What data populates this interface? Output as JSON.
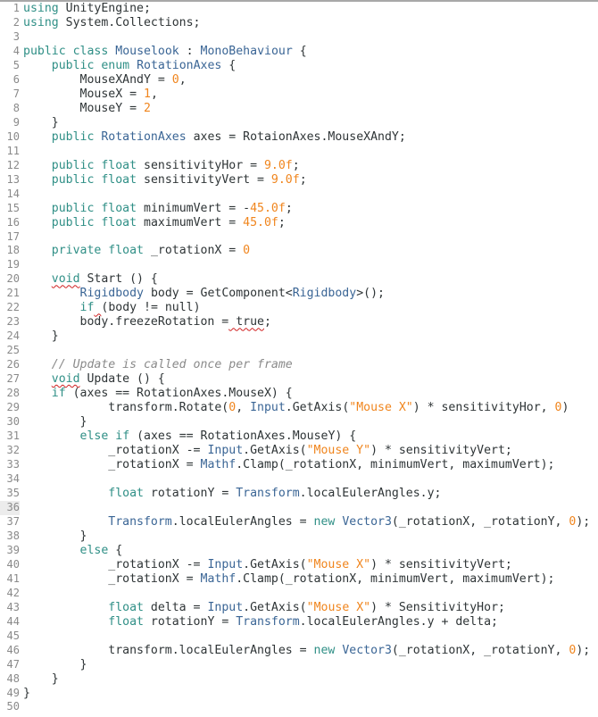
{
  "editor": {
    "current_line": 36,
    "colors": {
      "keyword": "#2f8f86",
      "type": "#3a6595",
      "number_string": "#f0851d",
      "comment": "#8a8a8a",
      "text": "#2e3436",
      "line_number": "#8a8a8a",
      "current_line_gutter": "#ececec",
      "spell_error": "#d02020"
    },
    "lines": [
      {
        "n": "1",
        "tokens": [
          {
            "t": "kw",
            "v": "using"
          },
          {
            "t": "",
            "v": " UnityEngine;"
          }
        ]
      },
      {
        "n": "2",
        "tokens": [
          {
            "t": "kw",
            "v": "using"
          },
          {
            "t": "",
            "v": " System.Collections;"
          }
        ]
      },
      {
        "n": "3",
        "tokens": []
      },
      {
        "n": "4",
        "tokens": [
          {
            "t": "kw",
            "v": "public"
          },
          {
            "t": "",
            "v": " "
          },
          {
            "t": "kw",
            "v": "class"
          },
          {
            "t": "",
            "v": " "
          },
          {
            "t": "ty",
            "v": "Mouselook"
          },
          {
            "t": "",
            "v": " : "
          },
          {
            "t": "ty",
            "v": "MonoBehaviour"
          },
          {
            "t": "",
            "v": " {"
          }
        ]
      },
      {
        "n": "5",
        "tokens": [
          {
            "t": "",
            "v": "    "
          },
          {
            "t": "kw",
            "v": "public"
          },
          {
            "t": "",
            "v": " "
          },
          {
            "t": "kw",
            "v": "enum"
          },
          {
            "t": "",
            "v": " "
          },
          {
            "t": "ty",
            "v": "RotationAxes"
          },
          {
            "t": "",
            "v": " {"
          }
        ]
      },
      {
        "n": "6",
        "tokens": [
          {
            "t": "",
            "v": "        MouseXAndY = "
          },
          {
            "t": "num",
            "v": "0"
          },
          {
            "t": "",
            "v": ","
          }
        ]
      },
      {
        "n": "7",
        "tokens": [
          {
            "t": "",
            "v": "        MouseX = "
          },
          {
            "t": "num",
            "v": "1"
          },
          {
            "t": "",
            "v": ","
          }
        ]
      },
      {
        "n": "8",
        "tokens": [
          {
            "t": "",
            "v": "        MouseY = "
          },
          {
            "t": "num",
            "v": "2"
          }
        ]
      },
      {
        "n": "9",
        "tokens": [
          {
            "t": "",
            "v": "    }"
          }
        ]
      },
      {
        "n": "10",
        "tokens": [
          {
            "t": "",
            "v": "    "
          },
          {
            "t": "kw",
            "v": "public"
          },
          {
            "t": "",
            "v": " "
          },
          {
            "t": "ty",
            "v": "RotationAxes"
          },
          {
            "t": "",
            "v": " axes = RotaionAxes.MouseXAndY;"
          }
        ]
      },
      {
        "n": "11",
        "tokens": []
      },
      {
        "n": "12",
        "tokens": [
          {
            "t": "",
            "v": "    "
          },
          {
            "t": "kw",
            "v": "public"
          },
          {
            "t": "",
            "v": " "
          },
          {
            "t": "kw",
            "v": "float"
          },
          {
            "t": "",
            "v": " sensitivityHor = "
          },
          {
            "t": "num",
            "v": "9.0f"
          },
          {
            "t": "",
            "v": ";"
          }
        ]
      },
      {
        "n": "13",
        "tokens": [
          {
            "t": "",
            "v": "    "
          },
          {
            "t": "kw",
            "v": "public"
          },
          {
            "t": "",
            "v": " "
          },
          {
            "t": "kw",
            "v": "float"
          },
          {
            "t": "",
            "v": " sensitivityVert = "
          },
          {
            "t": "num",
            "v": "9.0f"
          },
          {
            "t": "",
            "v": ";"
          }
        ]
      },
      {
        "n": "14",
        "tokens": []
      },
      {
        "n": "15",
        "tokens": [
          {
            "t": "",
            "v": "    "
          },
          {
            "t": "kw",
            "v": "public"
          },
          {
            "t": "",
            "v": " "
          },
          {
            "t": "kw",
            "v": "float"
          },
          {
            "t": "",
            "v": " minimumVert = -"
          },
          {
            "t": "num",
            "v": "45.0f"
          },
          {
            "t": "",
            "v": ";"
          }
        ]
      },
      {
        "n": "16",
        "tokens": [
          {
            "t": "",
            "v": "    "
          },
          {
            "t": "kw",
            "v": "public"
          },
          {
            "t": "",
            "v": " "
          },
          {
            "t": "kw",
            "v": "float"
          },
          {
            "t": "",
            "v": " maximumVert = "
          },
          {
            "t": "num",
            "v": "45.0f"
          },
          {
            "t": "",
            "v": ";"
          }
        ]
      },
      {
        "n": "17",
        "tokens": []
      },
      {
        "n": "18",
        "tokens": [
          {
            "t": "",
            "v": "    "
          },
          {
            "t": "kw",
            "v": "private"
          },
          {
            "t": "",
            "v": " "
          },
          {
            "t": "kw",
            "v": "float"
          },
          {
            "t": "",
            "v": " _rotationX = "
          },
          {
            "t": "num",
            "v": "0"
          }
        ]
      },
      {
        "n": "19",
        "tokens": []
      },
      {
        "n": "20",
        "tokens": [
          {
            "t": "",
            "v": "    "
          },
          {
            "t": "kw squig",
            "v": "void"
          },
          {
            "t": "",
            "v": " Start () {"
          }
        ]
      },
      {
        "n": "21",
        "tokens": [
          {
            "t": "",
            "v": "        "
          },
          {
            "t": "ty",
            "v": "Rigidbody"
          },
          {
            "t": "",
            "v": " body = GetComponent<"
          },
          {
            "t": "ty",
            "v": "Rigidbody"
          },
          {
            "t": "",
            "v": ">();"
          }
        ]
      },
      {
        "n": "22",
        "tokens": [
          {
            "t": "",
            "v": "        "
          },
          {
            "t": "kw",
            "v": "if"
          },
          {
            "t": "squig",
            "v": " "
          },
          {
            "t": "",
            "v": "(body != null)"
          }
        ]
      },
      {
        "n": "23",
        "tokens": [
          {
            "t": "",
            "v": "        body.freezeRotation ="
          },
          {
            "t": "squig",
            "v": " true"
          },
          {
            "t": "",
            "v": ";"
          }
        ]
      },
      {
        "n": "24",
        "tokens": [
          {
            "t": "",
            "v": "    }"
          }
        ]
      },
      {
        "n": "25",
        "tokens": []
      },
      {
        "n": "26",
        "tokens": [
          {
            "t": "",
            "v": "    "
          },
          {
            "t": "cm",
            "v": "// Update is called once per frame"
          }
        ]
      },
      {
        "n": "27",
        "tokens": [
          {
            "t": "",
            "v": "    "
          },
          {
            "t": "kw squig",
            "v": "void"
          },
          {
            "t": "",
            "v": " Update () {"
          }
        ]
      },
      {
        "n": "28",
        "tokens": [
          {
            "t": "",
            "v": "    "
          },
          {
            "t": "kw",
            "v": "if"
          },
          {
            "t": "",
            "v": " (axes == RotationAxes.MouseX) {"
          }
        ]
      },
      {
        "n": "29",
        "tokens": [
          {
            "t": "",
            "v": "            transform.Rotate("
          },
          {
            "t": "num",
            "v": "0"
          },
          {
            "t": "",
            "v": ", "
          },
          {
            "t": "ty",
            "v": "Input"
          },
          {
            "t": "",
            "v": ".GetAxis("
          },
          {
            "t": "str",
            "v": "\"Mouse X\""
          },
          {
            "t": "",
            "v": ") * sensitivityHor, "
          },
          {
            "t": "num",
            "v": "0"
          },
          {
            "t": "",
            "v": ")"
          }
        ]
      },
      {
        "n": "30",
        "tokens": [
          {
            "t": "",
            "v": "        }"
          }
        ]
      },
      {
        "n": "31",
        "tokens": [
          {
            "t": "",
            "v": "        "
          },
          {
            "t": "kw",
            "v": "else"
          },
          {
            "t": "",
            "v": " "
          },
          {
            "t": "kw",
            "v": "if"
          },
          {
            "t": "",
            "v": " (axes == RotationAxes.MouseY) {"
          }
        ]
      },
      {
        "n": "32",
        "tokens": [
          {
            "t": "",
            "v": "            _rotationX -= "
          },
          {
            "t": "ty",
            "v": "Input"
          },
          {
            "t": "",
            "v": ".GetAxis("
          },
          {
            "t": "str",
            "v": "\"Mouse Y\""
          },
          {
            "t": "",
            "v": ") * sensitivityVert;"
          }
        ]
      },
      {
        "n": "33",
        "tokens": [
          {
            "t": "",
            "v": "            _rotationX = "
          },
          {
            "t": "ty",
            "v": "Mathf"
          },
          {
            "t": "",
            "v": ".Clamp(_rotationX, minimumVert, maximumVert);"
          }
        ]
      },
      {
        "n": "34",
        "tokens": []
      },
      {
        "n": "35",
        "tokens": [
          {
            "t": "",
            "v": "            "
          },
          {
            "t": "kw",
            "v": "float"
          },
          {
            "t": "",
            "v": " rotationY = "
          },
          {
            "t": "ty",
            "v": "Transform"
          },
          {
            "t": "",
            "v": ".localEulerAngles.y;"
          }
        ]
      },
      {
        "n": "36",
        "tokens": []
      },
      {
        "n": "37",
        "tokens": [
          {
            "t": "",
            "v": "            "
          },
          {
            "t": "ty",
            "v": "Transform"
          },
          {
            "t": "",
            "v": ".localEulerAngles = "
          },
          {
            "t": "kw",
            "v": "new"
          },
          {
            "t": "",
            "v": " "
          },
          {
            "t": "ty",
            "v": "Vector3"
          },
          {
            "t": "",
            "v": "(_rotationX, _rotationY, "
          },
          {
            "t": "num",
            "v": "0"
          },
          {
            "t": "",
            "v": ");"
          }
        ]
      },
      {
        "n": "38",
        "tokens": [
          {
            "t": "",
            "v": "        }"
          }
        ]
      },
      {
        "n": "39",
        "tokens": [
          {
            "t": "",
            "v": "        "
          },
          {
            "t": "kw",
            "v": "else"
          },
          {
            "t": "",
            "v": " {"
          }
        ]
      },
      {
        "n": "40",
        "tokens": [
          {
            "t": "",
            "v": "            _rotationX -= "
          },
          {
            "t": "ty",
            "v": "Input"
          },
          {
            "t": "",
            "v": ".GetAxis("
          },
          {
            "t": "str",
            "v": "\"Mouse X\""
          },
          {
            "t": "",
            "v": ") * sensitivityVert;"
          }
        ]
      },
      {
        "n": "41",
        "tokens": [
          {
            "t": "",
            "v": "            _rotationX = "
          },
          {
            "t": "ty",
            "v": "Mathf"
          },
          {
            "t": "",
            "v": ".Clamp(_rotationX, minimumVert, maximumVert);"
          }
        ]
      },
      {
        "n": "42",
        "tokens": []
      },
      {
        "n": "43",
        "tokens": [
          {
            "t": "",
            "v": "            "
          },
          {
            "t": "kw",
            "v": "float"
          },
          {
            "t": "",
            "v": " delta = "
          },
          {
            "t": "ty",
            "v": "Input"
          },
          {
            "t": "",
            "v": ".GetAxis("
          },
          {
            "t": "str",
            "v": "\"Mouse X\""
          },
          {
            "t": "",
            "v": ") * SensitivityHor;"
          }
        ]
      },
      {
        "n": "44",
        "tokens": [
          {
            "t": "",
            "v": "            "
          },
          {
            "t": "kw",
            "v": "float"
          },
          {
            "t": "",
            "v": " rotationY = "
          },
          {
            "t": "ty",
            "v": "Transform"
          },
          {
            "t": "",
            "v": ".localEulerAngles.y + delta;"
          }
        ]
      },
      {
        "n": "45",
        "tokens": []
      },
      {
        "n": "46",
        "tokens": [
          {
            "t": "",
            "v": "            transform.localEulerAngles = "
          },
          {
            "t": "kw",
            "v": "new"
          },
          {
            "t": "",
            "v": " "
          },
          {
            "t": "ty",
            "v": "Vector3"
          },
          {
            "t": "",
            "v": "(_rotationX, _rotationY, "
          },
          {
            "t": "num",
            "v": "0"
          },
          {
            "t": "",
            "v": ");"
          }
        ]
      },
      {
        "n": "47",
        "tokens": [
          {
            "t": "",
            "v": "        }"
          }
        ]
      },
      {
        "n": "48",
        "tokens": [
          {
            "t": "",
            "v": "    }"
          }
        ]
      },
      {
        "n": "49",
        "tokens": [
          {
            "t": "",
            "v": "}"
          }
        ]
      },
      {
        "n": "50",
        "tokens": []
      }
    ]
  }
}
